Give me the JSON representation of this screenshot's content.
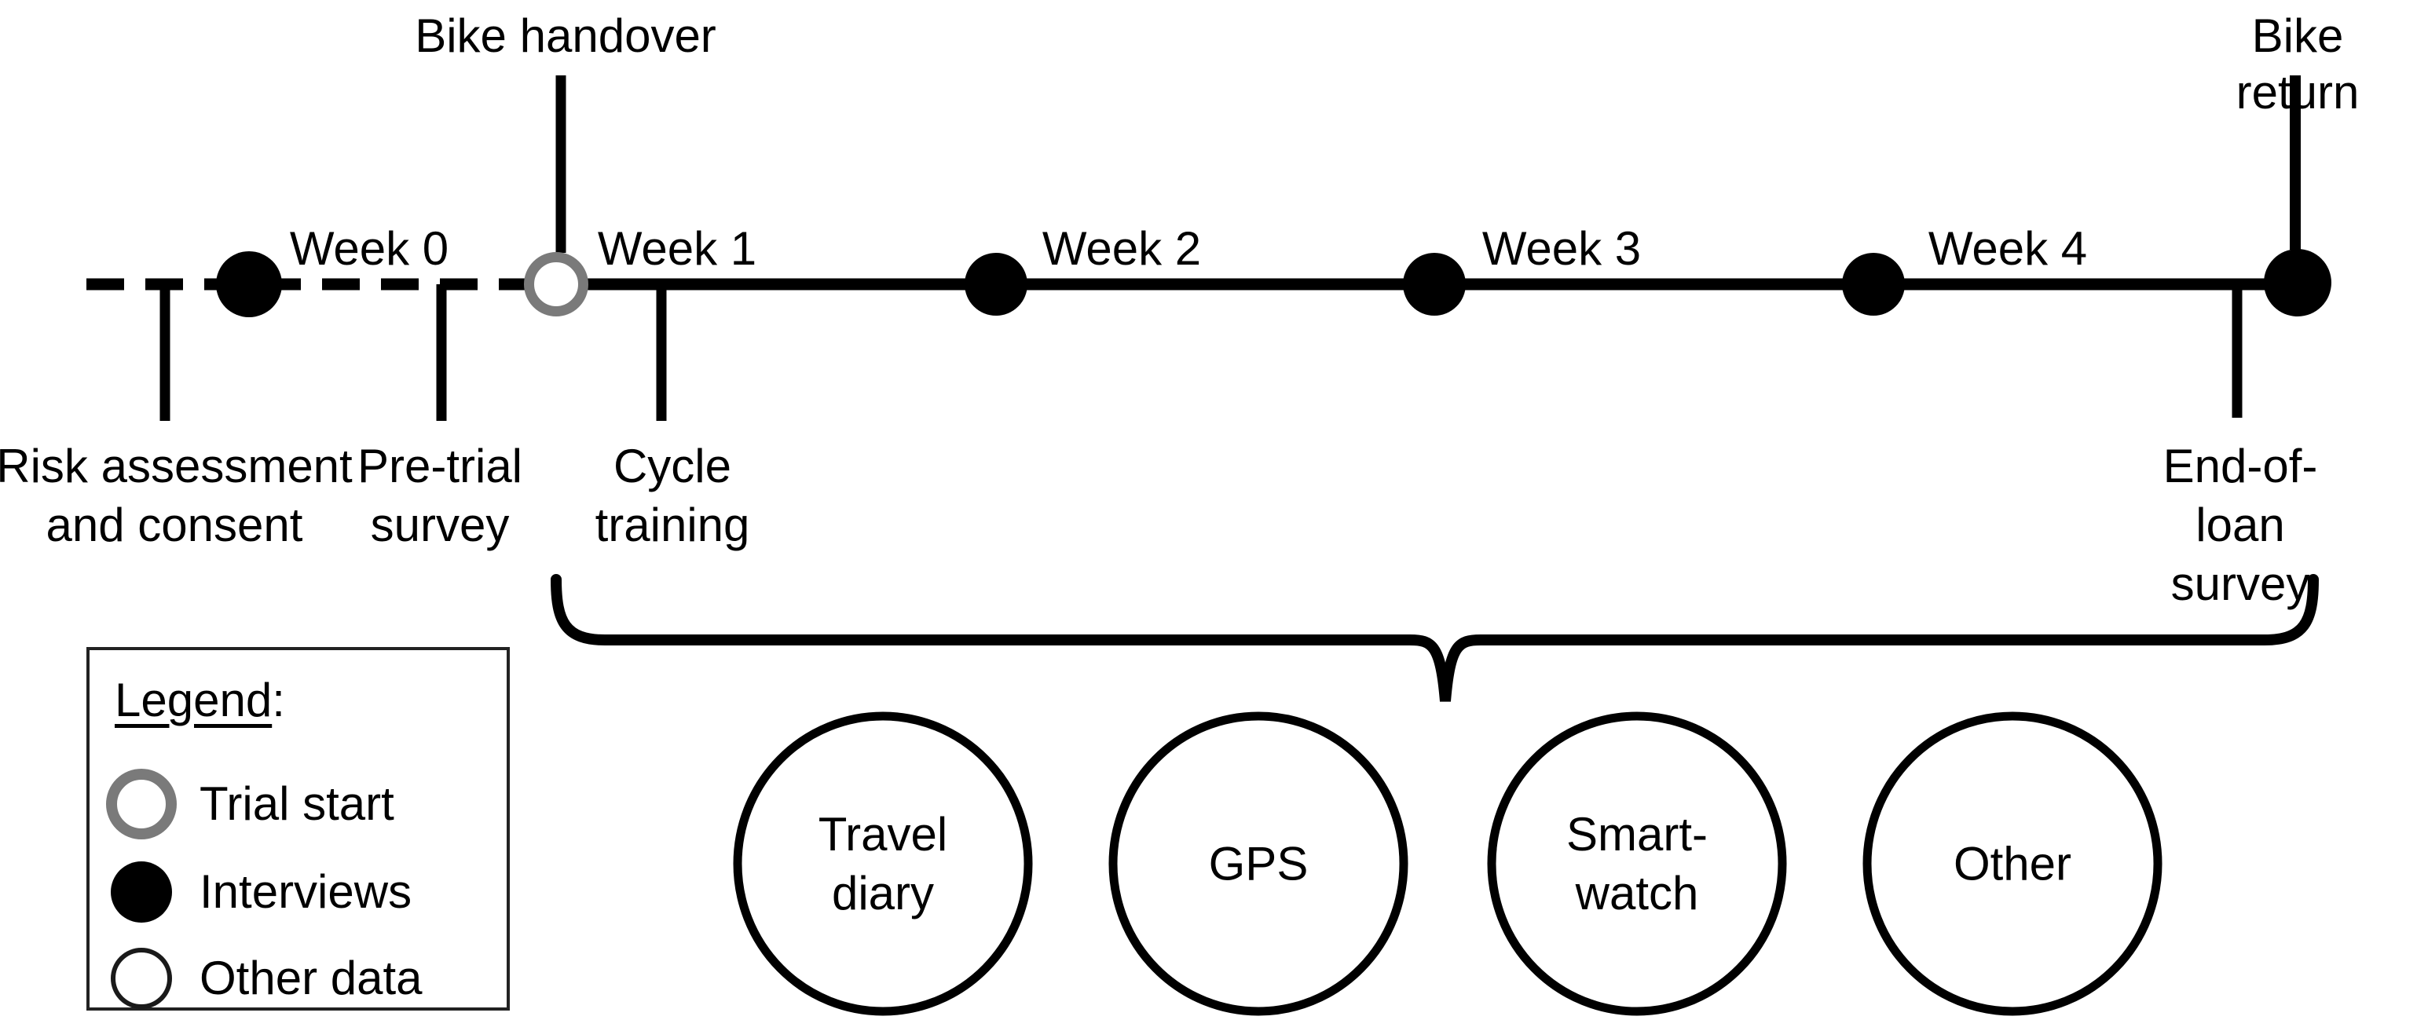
{
  "diagram": {
    "events_above": [
      {
        "name": "bike-handover",
        "label": "Bike handover"
      },
      {
        "name": "bike-return",
        "label": "Bike return"
      }
    ],
    "weeks": [
      {
        "label": "Week 0"
      },
      {
        "label": "Week 1"
      },
      {
        "label": "Week 2"
      },
      {
        "label": "Week 3"
      },
      {
        "label": "Week 4"
      }
    ],
    "timeline_markers": [
      {
        "type": "interview-dot",
        "at": "Week 0"
      },
      {
        "type": "trial-start-ring",
        "at": "Week 1"
      },
      {
        "type": "interview-dot",
        "at": "Week 2"
      },
      {
        "type": "interview-dot",
        "at": "Week 3"
      },
      {
        "type": "interview-dot",
        "at": "Week 4"
      },
      {
        "type": "interview-dot",
        "at": "Bike return"
      }
    ],
    "milestones_below": [
      {
        "label": "Risk assessment\nand consent"
      },
      {
        "label": "Pre-trial\nsurvey"
      },
      {
        "label": "Cycle\ntraining"
      },
      {
        "label": "End-of-loan\nsurvey"
      }
    ],
    "data_sources": [
      {
        "label": "Travel\ndiary"
      },
      {
        "label": "GPS"
      },
      {
        "label": "Smart-\nwatch"
      },
      {
        "label": "Other"
      }
    ]
  },
  "legend": {
    "title": "Legend",
    "colon": ":",
    "items": [
      {
        "icon": "trial-start-ring",
        "label": "Trial start"
      },
      {
        "icon": "interview-dot",
        "label": "Interviews"
      },
      {
        "icon": "other-data-ring",
        "label": "Other data"
      }
    ]
  },
  "colors": {
    "ink": "#000000",
    "trial_start_gray": "#7a7a7a",
    "other_data_ring": "#1a1a1a",
    "legend_border": "#222222",
    "background": "#ffffff"
  }
}
